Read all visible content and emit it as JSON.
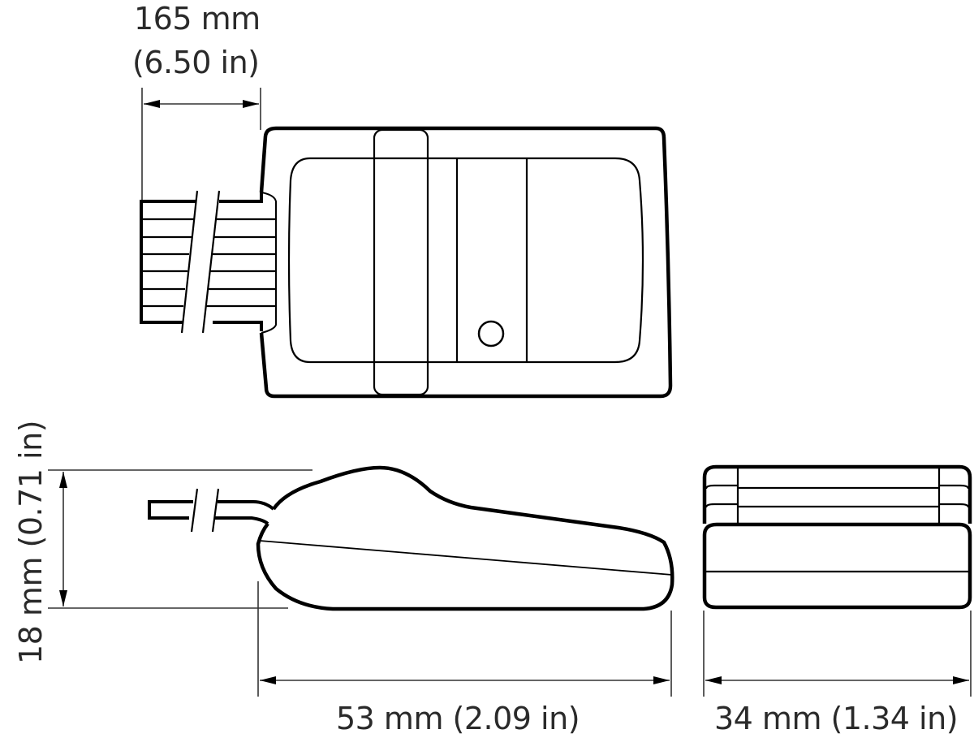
{
  "diagram": {
    "type": "technical-dimension-drawing",
    "subject": "device with ribbon cable, three orthographic views",
    "views": [
      {
        "name": "top-view",
        "description": "Top view of body with ribbon cable (break symbol), inner panel, strap band, button circle"
      },
      {
        "name": "side-view",
        "description": "Side profile with cable on left, curved top, sloped parting line"
      },
      {
        "name": "front-view",
        "description": "End view showing stacked layers and rounded base"
      }
    ],
    "colors": {
      "outline": "#000000",
      "dimension_line": "#333333",
      "text": "#2a2a2a",
      "background": "#ffffff"
    }
  },
  "dimensions": {
    "cable_length": {
      "metric": "165 mm",
      "imperial": "(6.50 in)"
    },
    "height": {
      "metric": "18 mm",
      "imperial": "(0.71 in)",
      "label": "18 mm (0.71 in)"
    },
    "length": {
      "metric": "53 mm",
      "imperial": "(2.09 in)",
      "label": "53 mm (2.09 in)"
    },
    "width": {
      "metric": "34 mm",
      "imperial": "(1.34 in)",
      "label": "34 mm (1.34 in)"
    }
  }
}
